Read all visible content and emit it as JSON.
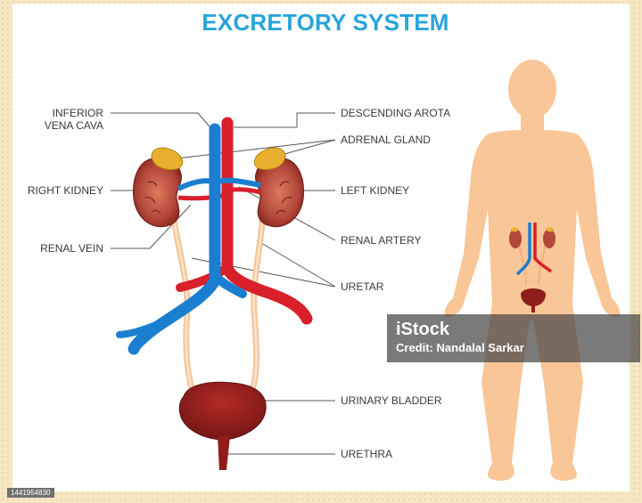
{
  "title": "EXCRETORY SYSTEM",
  "labels": {
    "inferior_vena_cava_line1": "INFERIOR",
    "inferior_vena_cava_line2": "VENA CAVA",
    "descending_aorta": "DESCENDING AROTA",
    "adrenal_gland": "ADRENAL GLAND",
    "right_kidney": "RIGHT KIDNEY",
    "left_kidney": "LEFT KIDNEY",
    "renal_vein": "RENAL VEIN",
    "renal_artery": "RENAL ARTERY",
    "uretar": "URETAR",
    "urinary_bladder": "URINARY BLADDER",
    "urethra": "URETHRA"
  },
  "watermark": {
    "brand": "iStock",
    "credit": "Credit: Nandalal Sarkar"
  },
  "stock_id": "1441954830",
  "colors": {
    "title": "#29a4dc",
    "vein": "#1a7fd0",
    "artery": "#d81f2a",
    "kidney": "#a93a2f",
    "adrenal": "#e5ad2c",
    "ureter": "#f5c79c",
    "bladder": "#8e1d1b",
    "body": "#f9c698"
  }
}
